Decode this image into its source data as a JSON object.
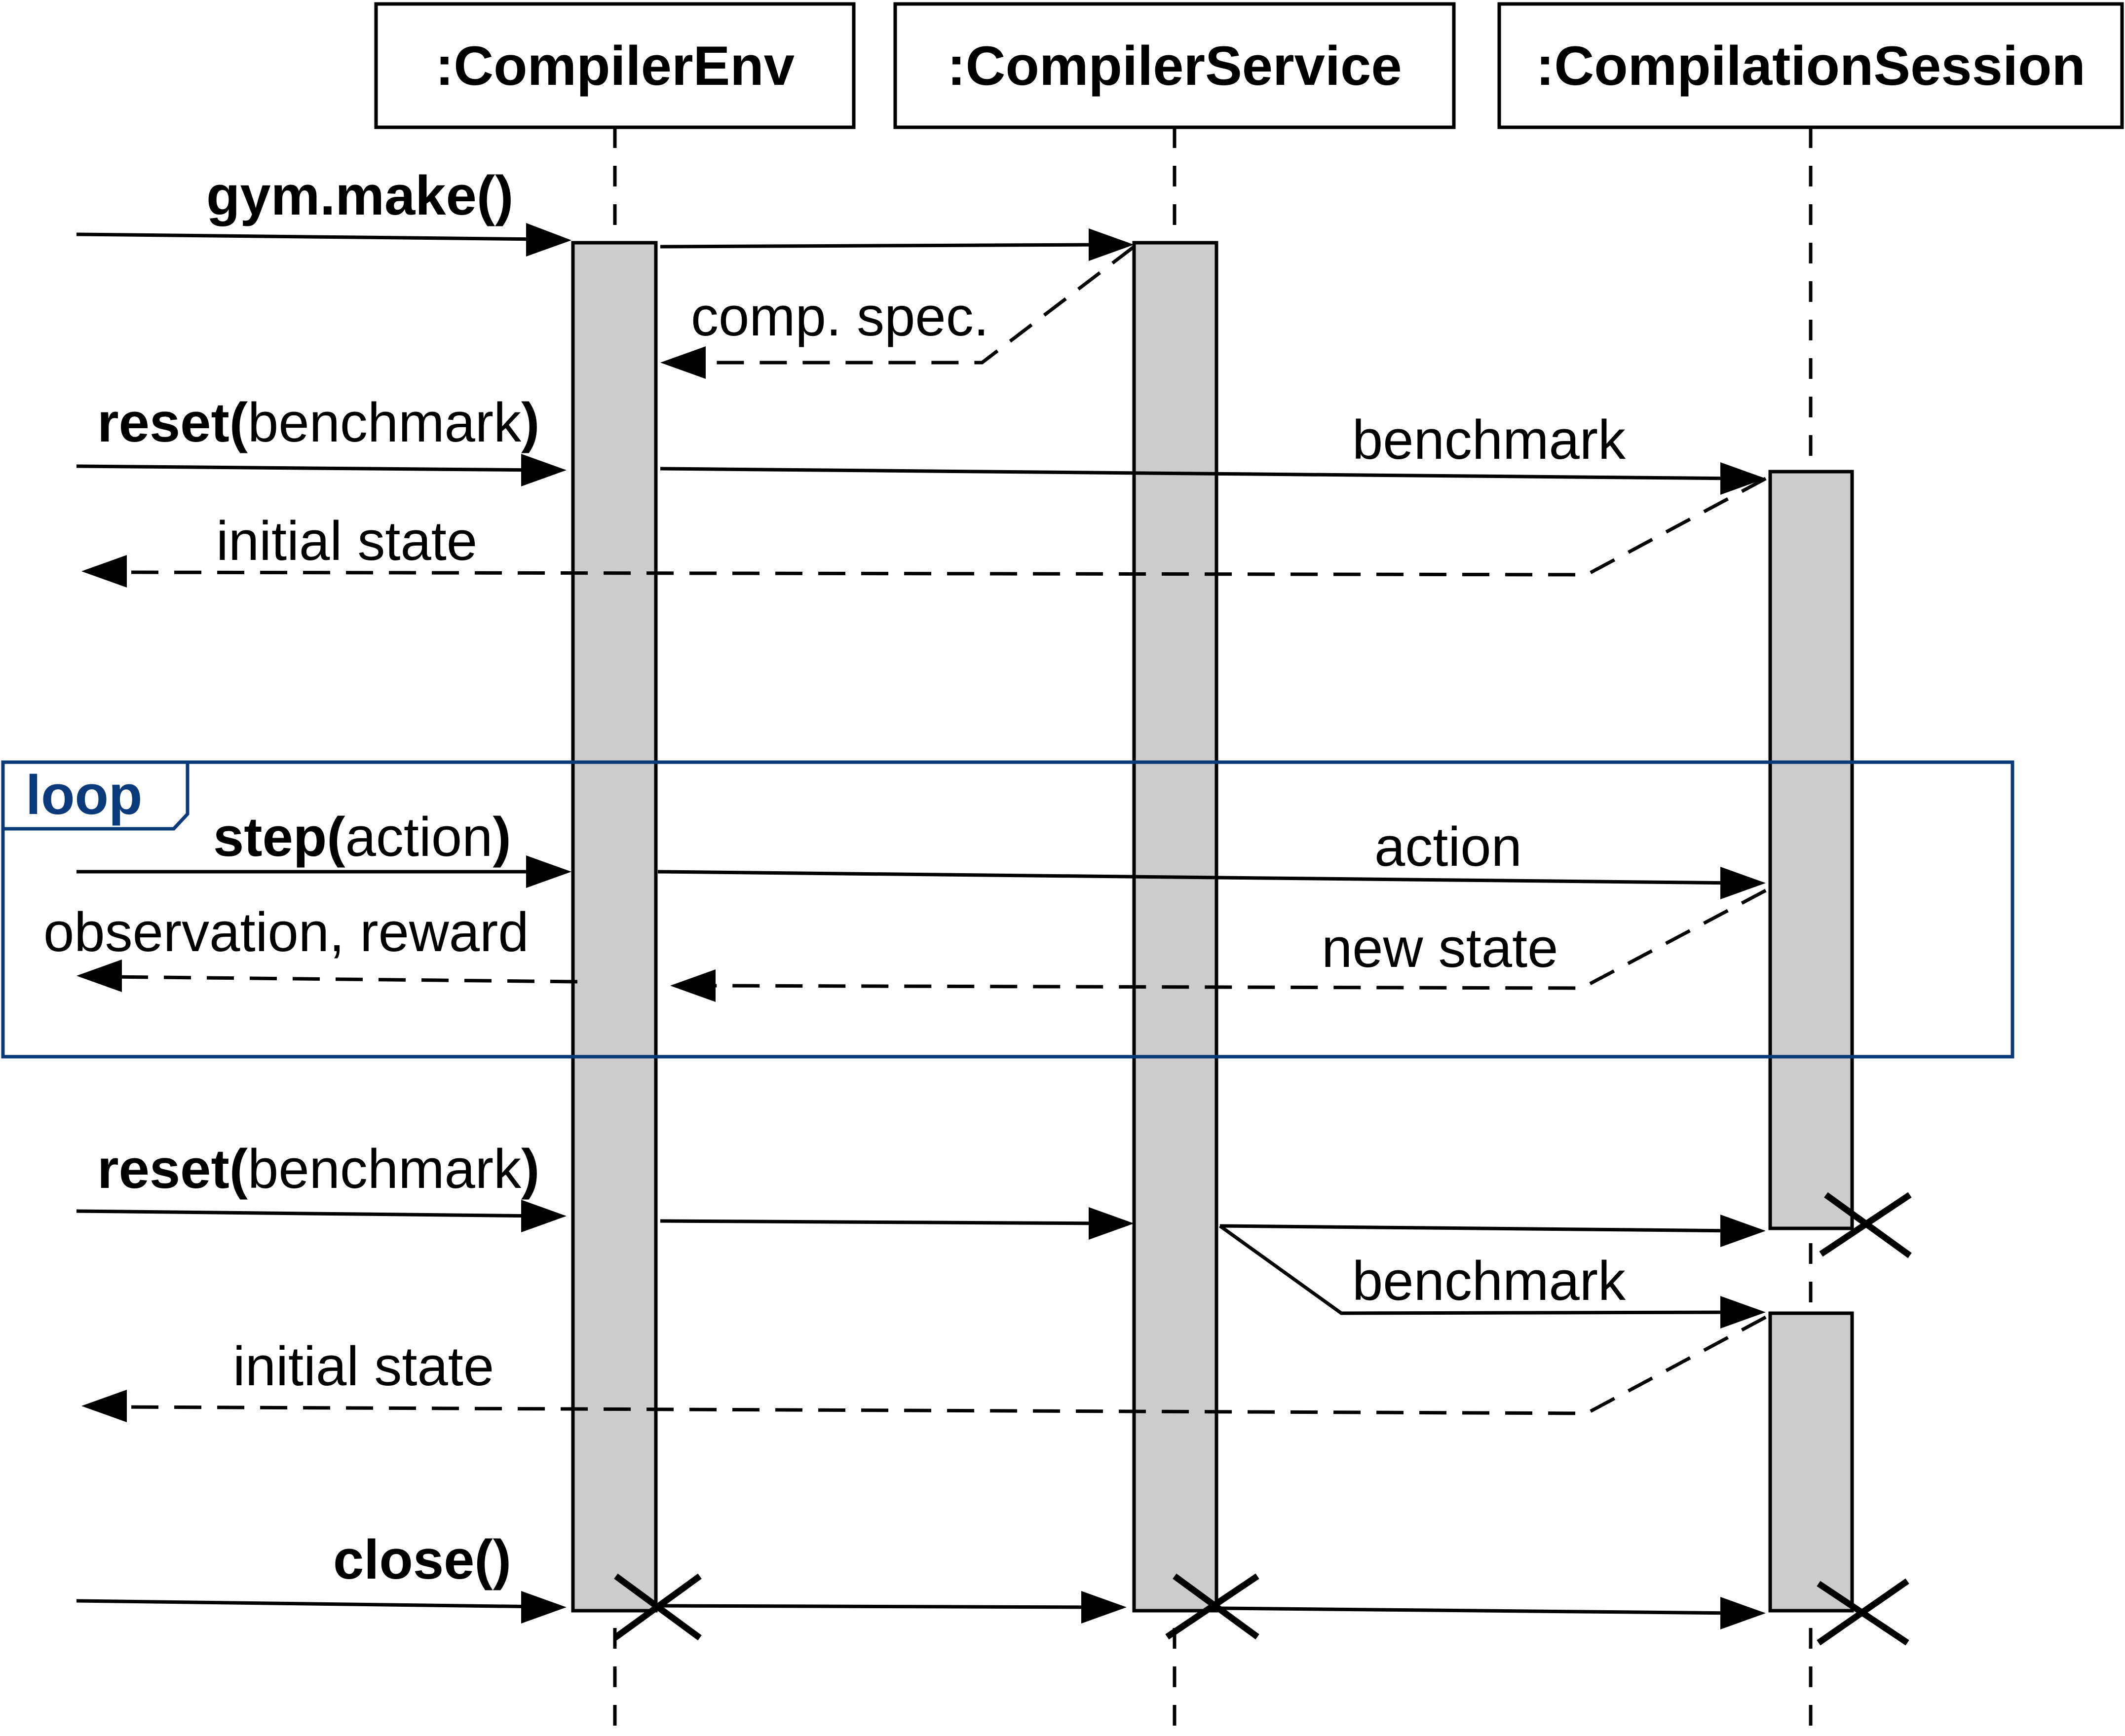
{
  "participants": {
    "env": ":CompilerEnv",
    "service": ":CompilerService",
    "session": ":CompilationSession"
  },
  "loop": {
    "label": "loop"
  },
  "messages": {
    "make": {
      "name": "gym.make()",
      "args": ""
    },
    "reset1": {
      "name": "reset(",
      "args": "benchmark",
      "close": ")"
    },
    "reset2": {
      "name": "reset(",
      "args": "benchmark",
      "close": ")"
    },
    "step": {
      "name": "step(",
      "args": "action",
      "close": ")"
    },
    "close": {
      "name": "close()"
    },
    "comp_spec": "comp. spec.",
    "benchmark1": "benchmark",
    "initial_state1": "initial state",
    "action": "action",
    "new_state": "new state",
    "observation_reward": "observation, reward",
    "benchmark2": "benchmark",
    "initial_state2": "initial state"
  }
}
